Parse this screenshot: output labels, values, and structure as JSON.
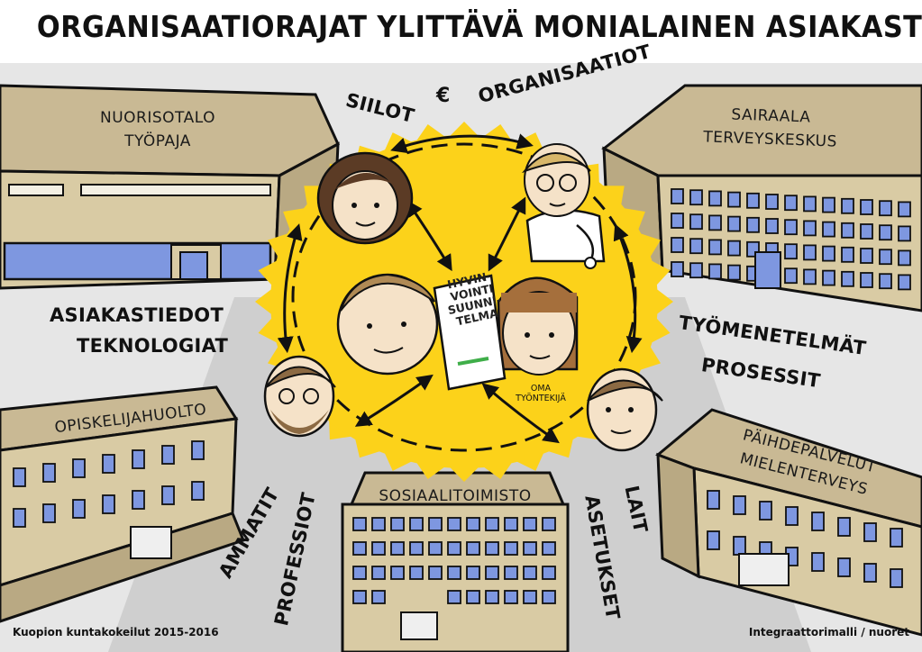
{
  "title": "ORGANISAATIORAJAT YLITTÄVÄ MONIALAINEN ASIAKASTYÖ",
  "buildings": {
    "youth_center": {
      "line1": "NUORISOTALO",
      "line2": "TYÖPAJA"
    },
    "hospital": {
      "line1": "SAIRAALA",
      "line2": "TERVEYSKESKUS"
    },
    "student_welfare": {
      "line1": "OPISKELIJAHUOLTO"
    },
    "substance_services": {
      "line1": "PÄIHDEPALVELUT",
      "line2": "MIELENTERVEYS"
    },
    "social_office": {
      "line1": "SOSIAALITOIMISTO"
    }
  },
  "topics": {
    "siilot": "SIILOT",
    "euro": "€",
    "organisaatiot": "ORGANISAATIOT",
    "asiakastiedot": "ASIAKASTIEDOT",
    "teknologiat": "TEKNOLOGIAT",
    "tyomenetelmat": "TYÖMENETELMÄT",
    "prosessit": "PROSESSIT",
    "ammatit": "AMMATIT",
    "professiot": "PROFESSIOT",
    "lait": "LAIT",
    "asetukset": "ASETUKSET"
  },
  "plan_paper": {
    "l1": "HYVIN-",
    "l2": "VOINTI",
    "l3": "SUUNNI-",
    "l4": "TELMA"
  },
  "worker_label": {
    "l1": "OMA",
    "l2": "TYÖNTEKIJÄ"
  },
  "footer": {
    "left": "Kuopion kuntakokeilut 2015-2016",
    "right": "Integraattorimalli / nuoret"
  },
  "colors": {
    "sun": "#fcd21a",
    "building": "#d9cba4",
    "building_dark": "#b9a983",
    "window": "#7e97e0",
    "ground": "#d6d6d6",
    "ink": "#111111"
  }
}
